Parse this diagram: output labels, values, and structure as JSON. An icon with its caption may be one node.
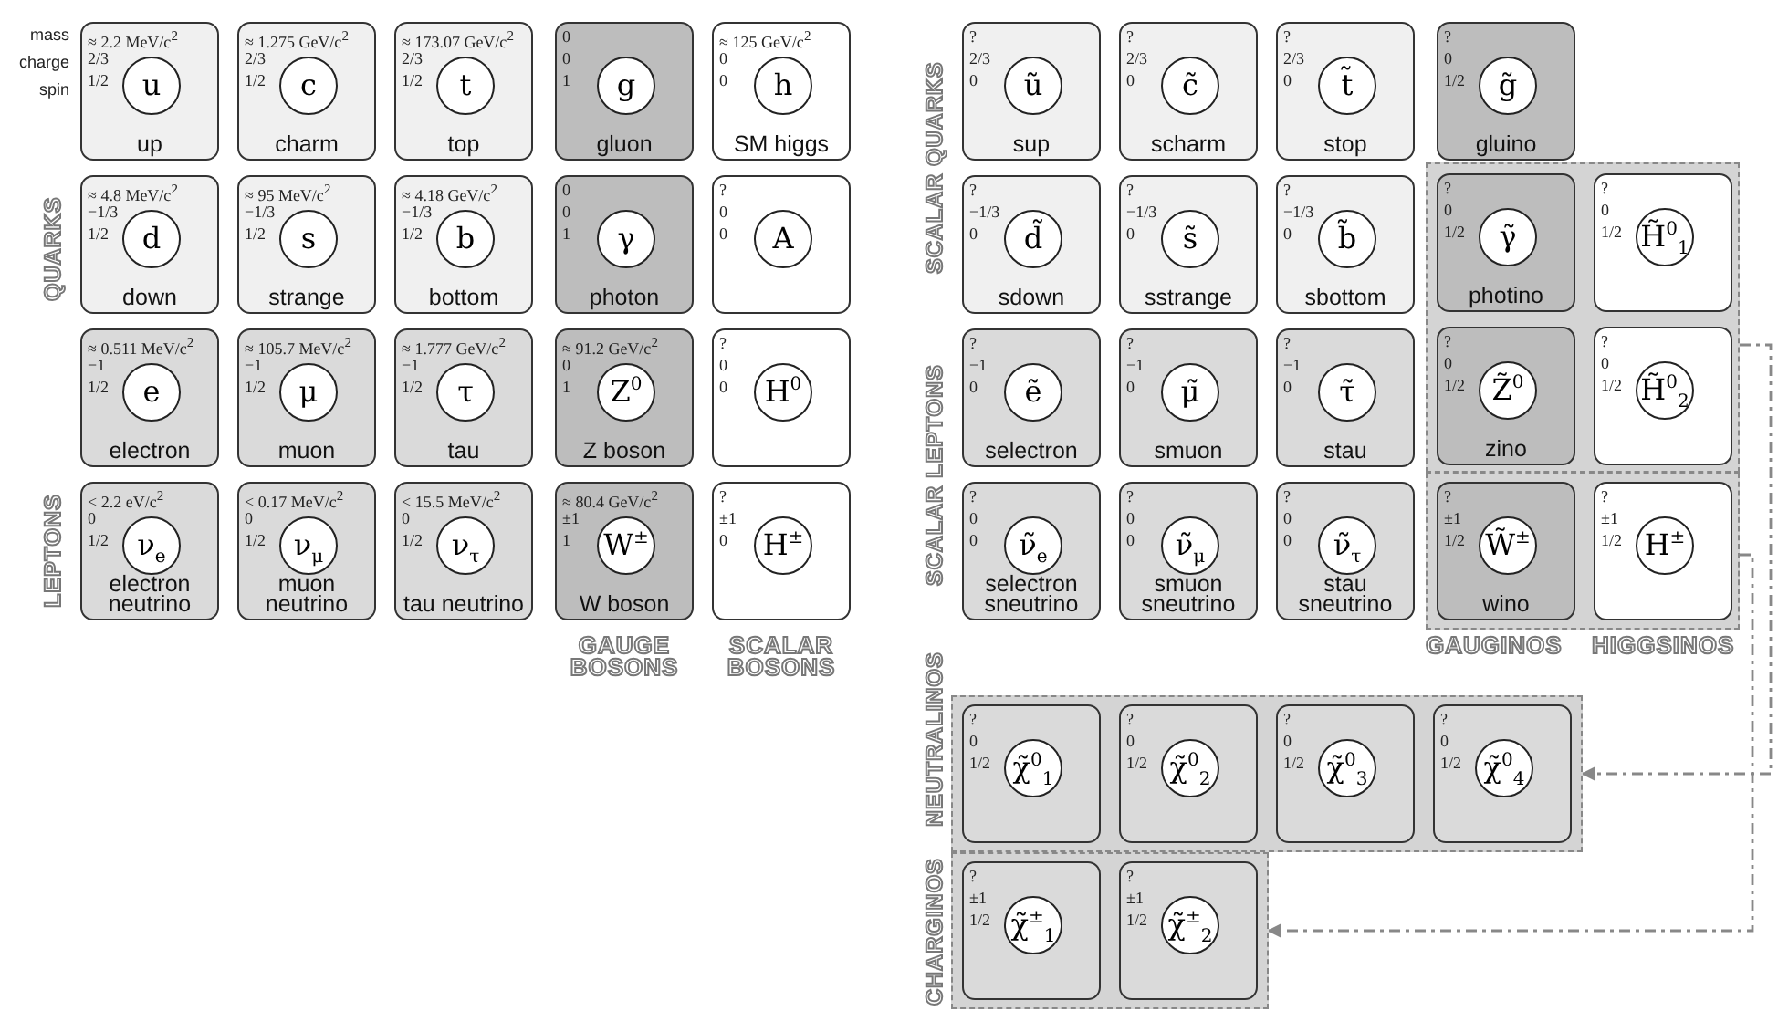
{
  "diagram": {
    "nodes": [
      {
        "text": [
          "≈ 2.2 MeV/c$^{2}$",
          "2/3",
          "1/2",
          "u",
          "up"
        ],
        "beside": [
          "mass",
          "charge",
          "spin"
        ]
      },
      {
        "text": [
          "≈ 1.275 GeV/c$^{2}$",
          "2/3",
          "1/2",
          "c",
          "charm"
        ]
      },
      {
        "text": [
          "≈ 173.07 GeV/c$^{2}$",
          "2/3",
          "1/2",
          "t",
          "top"
        ]
      },
      {
        "text": [
          "0",
          "0",
          "1",
          "g",
          "gluon"
        ]
      },
      {
        "text": [
          "≈ 125 GeV/c$^{2}$",
          "0",
          "0",
          "h",
          "SM higgs"
        ]
      },
      {
        "text": [
          "≈ 4.8 MeV/c$^{2}$",
          "−1/3",
          "1/2",
          "d",
          "down"
        ]
      },
      {
        "text": [
          "≈ 95 MeV/c$^{2}$",
          "−1/3",
          "1/2",
          "s",
          "strange"
        ]
      },
      {
        "text": [
          "≈ 4.18 GeV/c$^{2}$",
          "−1/3",
          "1/2",
          "b",
          "bottom"
        ]
      },
      {
        "text": [
          "0",
          "0",
          "1",
          "γ",
          "photon"
        ]
      },
      {
        "text": [
          "?",
          "0",
          "0",
          "A"
        ]
      },
      {
        "text": [
          "≈ 0.511 MeV/c$^{2}$",
          "−1",
          "1/2",
          "e",
          "electron"
        ]
      },
      {
        "text": [
          "≈ 105.7 MeV/c$^{2}$",
          "−1",
          "1/2",
          "μ",
          "muon"
        ]
      },
      {
        "text": [
          "≈ 1.777 GeV/c$^{2}$",
          "−1",
          "1/2",
          "τ",
          "tau"
        ]
      },
      {
        "text": [
          "≈ 91.2 GeV/c$^{2}$",
          "0",
          "1",
          "Z$^{0}$",
          "Z boson"
        ]
      },
      {
        "text": [
          "?",
          "0",
          "0",
          "H$^{0}$"
        ]
      },
      {
        "text": [
          "< 2.2 eV/c$^{2}$",
          "0",
          "1/2",
          "ν$_{e}$",
          "electron neutrino"
        ]
      },
      {
        "text": [
          "< 0.17 MeV/c$^{2}$",
          "0",
          "1/2",
          "ν$_{μ}$",
          "muon neutrino"
        ]
      },
      {
        "text": [
          "< 15.5 MeV/c$^{2}$",
          "0",
          "1/2",
          "ν$_{τ}$",
          "tau neutrino"
        ]
      },
      {
        "text": [
          "≈ 80.4 GeV/c$^{2}$",
          "±1",
          "1",
          "W$^{±}$",
          "W boson"
        ]
      },
      {
        "text": [
          "?",
          "±1",
          "0",
          "H$^{±}$"
        ]
      },
      {
        "text": [
          "?",
          "2/3",
          "0",
          "ũ",
          "sup"
        ]
      },
      {
        "text": [
          "?",
          "2/3",
          "0",
          "c̃",
          "scharm"
        ]
      },
      {
        "text": [
          "?",
          "2/3",
          "0",
          "t̃",
          "stop"
        ]
      },
      {
        "text": [
          "?",
          "0",
          "1/2",
          "g̃",
          "gluino"
        ]
      },
      {
        "text": [
          "?",
          "−1/3",
          "0",
          "d̃",
          "sdown"
        ]
      },
      {
        "text": [
          "?",
          "−1/3",
          "0",
          "s̃",
          "sstrange"
        ]
      },
      {
        "text": [
          "?",
          "−1/3",
          "0",
          "b̃",
          "sbottom"
        ]
      },
      {
        "text": [],
        "shape": "box"
      },
      {
        "text": [
          "?",
          "0",
          "1/2",
          "γ̃",
          "photino"
        ],
        "in": 27
      },
      {
        "text": [
          "?",
          "0",
          "1/2",
          "H̃$^{0}$$_{1}$"
        ],
        "in": 27
      },
      {
        "text": [
          "?",
          "0",
          "1/2",
          "Z̃$^{0}$",
          "zino"
        ],
        "in": 27
      },
      {
        "text": [
          "?",
          "0",
          "1/2",
          "H̃$^{0}$$_{2}$"
        ],
        "in": 27
      },
      {
        "text": [
          "?",
          "−1",
          "0",
          "ẽ",
          "selectron"
        ]
      },
      {
        "text": [
          "?",
          "−1",
          "0",
          "μ̃",
          "smuon"
        ]
      },
      {
        "text": [
          "?",
          "−1",
          "0",
          "τ̃",
          "stau"
        ]
      },
      {
        "text": [
          "?",
          "0",
          "0",
          "ν̃$_{e}$",
          "selectron sneutrino"
        ]
      },
      {
        "text": [
          "?",
          "0",
          "0",
          "ν̃$_{μ}$",
          "smuon sneutrino"
        ]
      },
      {
        "text": [
          "?",
          "0",
          "0",
          "ν̃$_{τ}$",
          "stau sneutrino"
        ]
      },
      {
        "text": [],
        "shape": "box"
      },
      {
        "text": [
          "?",
          "±1",
          "1/2",
          "W̃$^{±}$",
          "wino"
        ],
        "in": 38
      },
      {
        "text": [
          "?",
          "±1",
          "1/2",
          "H$^{±}$"
        ],
        "in": 38
      },
      {
        "text": [],
        "shape": "box"
      },
      {
        "text": [
          "?",
          "0",
          "1/2",
          "χ̃$^{0}$$_{1}$"
        ],
        "in": 41
      },
      {
        "text": [
          "?",
          "0",
          "1/2",
          "χ̃$^{0}$$_{2}$"
        ],
        "in": 41
      },
      {
        "text": [
          "?",
          "0",
          "1/2",
          "χ̃$^{0}$$_{3}$"
        ],
        "in": 41
      },
      {
        "text": [
          "?",
          "0",
          "1/2",
          "χ̃$^{0}$$_{4}$"
        ],
        "in": 41
      },
      {
        "text": [],
        "shape": "box"
      },
      {
        "text": [
          "?",
          "±1",
          "1/2",
          "χ̃$^{±}$$_{1}$"
        ],
        "in": 46
      },
      {
        "text": [
          "?",
          "±1",
          "1/2",
          "χ̃$^{±}$$_{2}$"
        ],
        "in": 46
      }
    ],
    "edges": [
      {
        "from": 27,
        "to": 41,
        "arrow": "to",
        "style": "dashed"
      },
      {
        "from": 38,
        "to": 46,
        "arrow": "to",
        "style": "dashed"
      }
    ],
    "labels": [
      "QUARKS",
      "LEPTONS",
      "GAUGE BOSONS",
      "SCALAR BOSONS",
      "SCALAR QUARKS",
      "SCALAR LEPTONS",
      "GAUGINOS",
      "HIGGSINOS",
      "NEUTRALINOS",
      "CHARGINOS"
    ]
  }
}
